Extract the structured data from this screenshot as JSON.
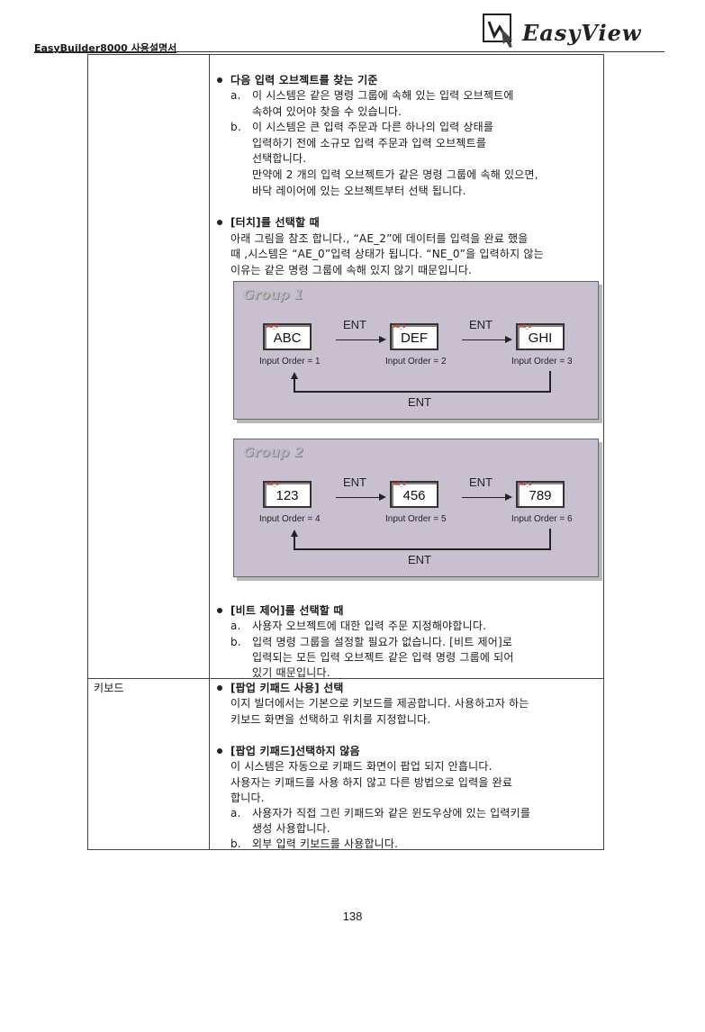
{
  "header": {
    "title": "EasyBuilder8000 사용설명서",
    "logo_text": "EasyView"
  },
  "sections": {
    "next_input": {
      "heading": "다음 입력 오브젝트를 찾는 기준",
      "a_marker": "a.",
      "a_line1": "이 시스템은 같은 명령 그룹에 속해 있는 입력 오브젝트에",
      "a_line2": "속하여 있어야 찾을 수 있습니다.",
      "b_marker": "b.",
      "b_line1": "이 시스템은 큰 입력 주문과 다른 하나의 입력 상태를",
      "b_line2": "입력하기 전에 소규모 입력 주문과 입력 오브젝트를",
      "b_line3": "선택합니다.",
      "b_line4": "만약에 2 개의 입력 오브젝트가 같은 명령 그룹에 속해 있으면,",
      "b_line5": "바닥 레이어에 있는 오브젝트부터 선택 됩니다."
    },
    "touch": {
      "heading": "[터치]를 선택할 때",
      "line1": "아래 그림을 참조 합니다., “AE_2”에 데이터를 입력을 완료 했을",
      "line2": "때 ,시스템은 “AE_0”입력 상태가 됩니다. “NE_0”을 입력하지 않는",
      "line3": "이유는 같은 명령 그룹에 속해 있지 않기 때문입니다."
    },
    "bit": {
      "heading": "[비트 제어]를 선택할 때",
      "a_marker": "a.",
      "a_line1": "사용자 오브젝트에 대한 입력 주문 지정해야합니다.",
      "b_marker": "b.",
      "b_line1": "입력 명령 그룹을 설정할 필요가 없습니다. [비트 제어]로",
      "b_line2": "입력되는 모든 입력 오브젝트 같은 입력 명령 그룹에 되어",
      "b_line3": "있기 때문입니다."
    },
    "keyboard": {
      "label": "키보드",
      "popup_heading": "[팝업 키패드 사용] 선택",
      "popup_line1": "이지 빌더에서는 기본으로 키보드를 제공합니다. 사용하고자 하는",
      "popup_line2": "키보드 화면을 선택하고 위치를 지정합니다.",
      "nopopup_heading": "[팝업 키패드]선택하지 않음",
      "nopopup_line1": "이 시스템은 자동으로 키패드 화면이 팝업 되지 안흡니다.",
      "nopopup_line2": "사용자는 키패드를 사용 하지 않고 다른 방법으로 입력을 완료",
      "nopopup_line3": "합니다.",
      "a_marker": "a.",
      "a_line1": "사용자가 직접 그린 키패드와 같은 윈도우상에 있는 입력키를",
      "a_line2": "생성 사용합니다.",
      "b_marker": "b.",
      "b_line1": "외부 입력 키보드를 사용합니다."
    }
  },
  "group1": {
    "title": "Group 1",
    "boxes": [
      {
        "tag": "AE_0",
        "value": "ABC",
        "order": "Input Order = 1"
      },
      {
        "tag": "AE_1",
        "value": "DEF",
        "order": "Input Order = 2"
      },
      {
        "tag": "AE_2",
        "value": "GHI",
        "order": "Input Order = 3"
      }
    ],
    "ent": "ENT"
  },
  "group2": {
    "title": "Group 2",
    "boxes": [
      {
        "tag": "NE_0",
        "value": "123",
        "order": "Input Order = 4"
      },
      {
        "tag": "NE_1",
        "value": "456",
        "order": "Input Order = 5"
      },
      {
        "tag": "NE_2",
        "value": "789",
        "order": "Input Order = 6"
      }
    ],
    "ent": "ENT"
  },
  "page_number": "138"
}
